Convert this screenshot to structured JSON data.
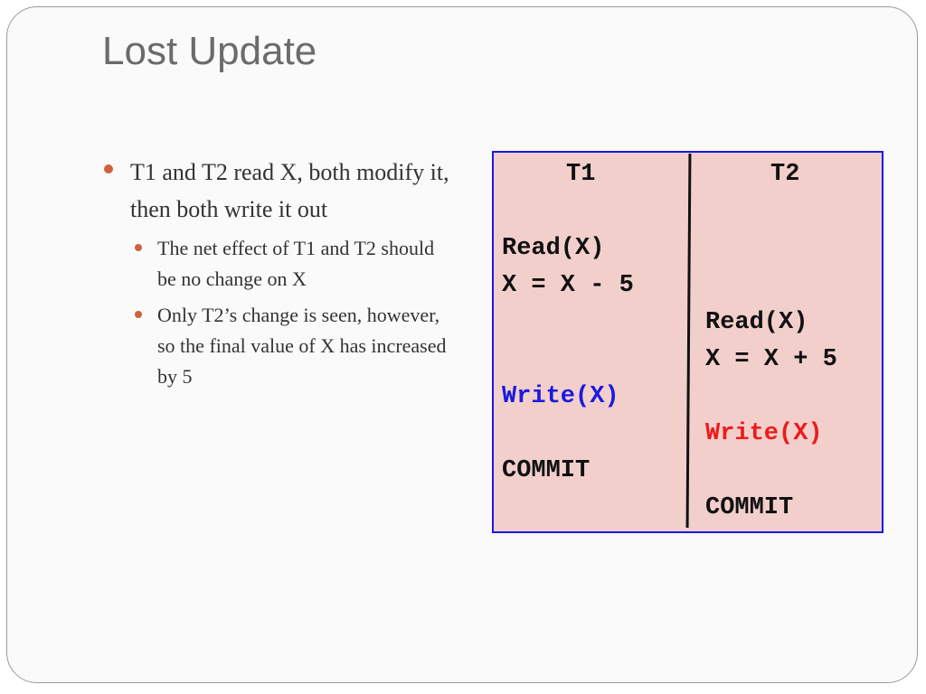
{
  "slide": {
    "title": "Lost Update",
    "bullets": {
      "main": "T1 and T2 read X, both modify it, then both write it out",
      "sub": [
        "The net effect of T1 and T2 should be no change on X",
        "Only T2’s change is seen, however, so the final value of X has increased by 5"
      ]
    },
    "schedule": {
      "headers": [
        "T1",
        "T2"
      ],
      "t1_steps": [
        "Read(X)",
        "X = X - 5",
        "Write(X)",
        "COMMIT"
      ],
      "t2_steps": [
        "Read(X)",
        "X = X + 5",
        "Write(X)",
        "COMMIT"
      ],
      "colors": {
        "box_fill": "#f2cfcb",
        "box_border": "#1a1adf",
        "t1_write": "#1a1ae0",
        "t2_write": "#ec1b1b",
        "bullet": "#d1603d"
      }
    }
  }
}
